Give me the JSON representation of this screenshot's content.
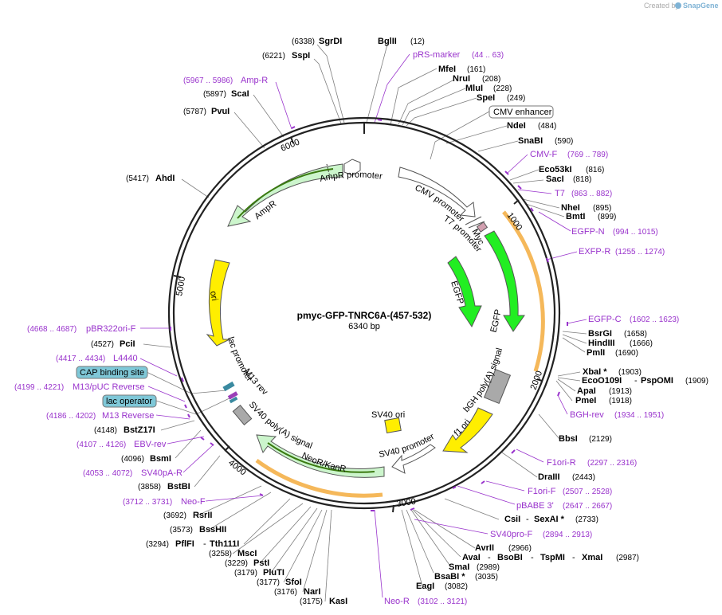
{
  "credit": {
    "prefix": "Created by",
    "brand": "SnapGene"
  },
  "plasmid": {
    "name": "pmyc-GFP-TNRC6A-(457-532)",
    "length": "6340 bp"
  },
  "ticks": [
    "1000",
    "2000",
    "3000",
    "4000",
    "5000",
    "6000"
  ],
  "colors": {
    "backbone": "#222222",
    "primer": "#9933cc",
    "gfp": "#22ee22",
    "ori": "#ffee00",
    "resistance": "#ccf5cc",
    "promoter": "#ffffff",
    "orf_highlight": "#f5b85a",
    "polyA": "#a9a9a9",
    "box_fill": "#7fc8d8"
  },
  "sites": [
    {
      "name": "SgrDI",
      "pos": "(6338)"
    },
    {
      "name": "BglII",
      "pos": "(12)"
    },
    {
      "name": "SspI",
      "pos": "(6221)"
    },
    {
      "name": "MfeI",
      "pos": "(161)"
    },
    {
      "name": "NruI",
      "pos": "(208)"
    },
    {
      "name": "MluI",
      "pos": "(228)"
    },
    {
      "name": "SpeI",
      "pos": "(249)"
    },
    {
      "name": "ScaI",
      "pos": "(5897)"
    },
    {
      "name": "PvuI",
      "pos": "(5787)"
    },
    {
      "name": "NdeI",
      "pos": "(484)"
    },
    {
      "name": "SnaBI",
      "pos": "(590)"
    },
    {
      "name": "Eco53kI",
      "pos": "(816)"
    },
    {
      "name": "SacI",
      "pos": "(818)"
    },
    {
      "name": "AhdI",
      "pos": "(5417)"
    },
    {
      "name": "NheI",
      "pos": "(895)"
    },
    {
      "name": "BmtI",
      "pos": "(899)"
    },
    {
      "name": "PciI",
      "pos": "(4527)"
    },
    {
      "name": "BsrGI",
      "pos": "(1658)"
    },
    {
      "name": "HindIII",
      "pos": "(1666)"
    },
    {
      "name": "PmlI",
      "pos": "(1690)"
    },
    {
      "name": "XbaI *",
      "pos": "(1903)"
    },
    {
      "name": "ApaI",
      "pos": "(1913)"
    },
    {
      "name": "PmeI",
      "pos": "(1918)"
    },
    {
      "name": "BstZ17I",
      "pos": "(4148)"
    },
    {
      "name": "BsmI",
      "pos": "(4096)"
    },
    {
      "name": "BbsI",
      "pos": "(2129)"
    },
    {
      "name": "BstBI",
      "pos": "(3858)"
    },
    {
      "name": "DraIII",
      "pos": "(2443)"
    },
    {
      "name": "RsrII",
      "pos": "(3692)"
    },
    {
      "name": "BssHII",
      "pos": "(3573)"
    },
    {
      "name": "MscI",
      "pos": "(3258)"
    },
    {
      "name": "PstI",
      "pos": "(3229)"
    },
    {
      "name": "PluTI",
      "pos": "(3179)"
    },
    {
      "name": "SfoI",
      "pos": "(3177)"
    },
    {
      "name": "NarI",
      "pos": "(3176)"
    },
    {
      "name": "KasI",
      "pos": "(3175)"
    },
    {
      "name": "EagI",
      "pos": "(3082)"
    },
    {
      "name": "BsaBI *",
      "pos": "(3035)"
    },
    {
      "name": "SmaI",
      "pos": "(2989)"
    },
    {
      "name": "AvrII",
      "pos": "(2966)"
    },
    {
      "name": "CsiI",
      "pos": "(2733)"
    }
  ],
  "site_groups": {
    "eco0109": {
      "a": "EcoO109I",
      "b": "PspOMI",
      "pos": "(1909)"
    },
    "avai": {
      "a": "AvaI",
      "b": "BsoBI",
      "c": "TspMI",
      "d": "XmaI",
      "pos": "(2987)"
    },
    "sexai": {
      "a": "SexAI *"
    },
    "pflfi": {
      "a": "PflFI",
      "b": "Tth111I",
      "pos": "(3294)"
    }
  },
  "primers": [
    {
      "name": "pRS-marker",
      "range": "(44 .. 63)"
    },
    {
      "name": "Amp-R",
      "range": "(5967 .. 5986)"
    },
    {
      "name": "CMV-F",
      "range": "(769 .. 789)"
    },
    {
      "name": "T7",
      "range": "(863 .. 882)"
    },
    {
      "name": "EGFP-N",
      "range": "(994 .. 1015)"
    },
    {
      "name": "EXFP-R",
      "range": "(1255 .. 1274)"
    },
    {
      "name": "pBR322ori-F",
      "range": "(4668 .. 4687)"
    },
    {
      "name": "L4440",
      "range": "(4417 .. 4434)"
    },
    {
      "name": "EGFP-C",
      "range": "(1602 .. 1623)"
    },
    {
      "name": "M13/pUC Reverse",
      "range": "(4199 .. 4221)"
    },
    {
      "name": "M13 Reverse",
      "range": "(4186 .. 4202)"
    },
    {
      "name": "BGH-rev",
      "range": "(1934 .. 1951)"
    },
    {
      "name": "EBV-rev",
      "range": "(4107 .. 4126)"
    },
    {
      "name": "SV40pA-R",
      "range": "(4053 .. 4072)"
    },
    {
      "name": "F1ori-R",
      "range": "(2297 .. 2316)"
    },
    {
      "name": "Neo-F",
      "range": "(3712 .. 3731)"
    },
    {
      "name": "F1ori-F",
      "range": "(2507 .. 2528)"
    },
    {
      "name": "pBABE 3'",
      "range": "(2647 .. 2667)"
    },
    {
      "name": "SV40pro-F",
      "range": "(2894 .. 2913)"
    },
    {
      "name": "Neo-R",
      "range": "(3102 .. 3121)"
    }
  ],
  "boxed": {
    "cmv_enhancer": "CMV enhancer",
    "cap": "CAP binding site",
    "lac_op": "lac operator"
  },
  "features": {
    "ampr_promoter": "AmpR promoter",
    "ampr": "AmpR",
    "cmv_promoter": "CMV promoter",
    "t7_promoter": "T7 promoter",
    "myc": "Myc",
    "egfp_inner": "EGFP",
    "egfp_outer": "EGFP",
    "ori": "ori",
    "lac_promoter": "lac promoter",
    "m13_rev": "M13 rev",
    "bgh": "bGH poly(A) signal",
    "sv40_polyA": "SV40 poly(A) signal",
    "sv40_ori": "SV40 ori",
    "f1_ori": "f1 ori",
    "sv40_promoter": "SV40 promoter",
    "neo": "NeoR/KanR"
  }
}
